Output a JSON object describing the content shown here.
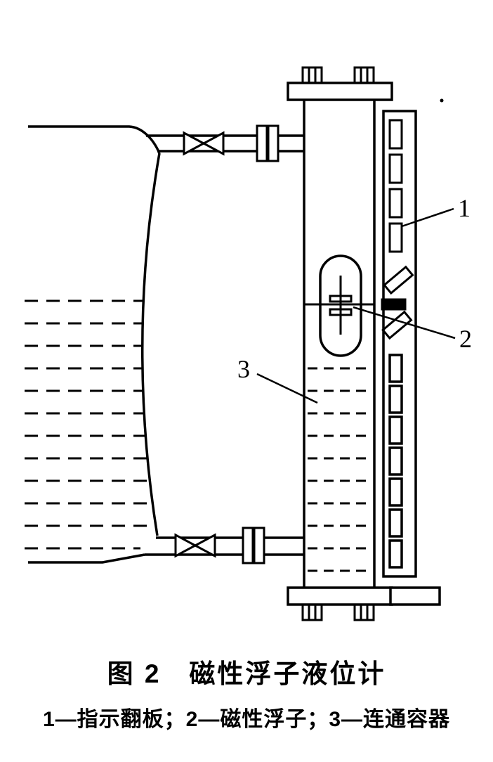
{
  "figure": {
    "caption": "图 2　磁性浮子液位计",
    "legend": "1—指示翻板；2—磁性浮子；3—连通容器",
    "legend_items": [
      {
        "number": "1",
        "label": "指示翻板"
      },
      {
        "number": "2",
        "label": "磁性浮子"
      },
      {
        "number": "3",
        "label": "连通容器"
      }
    ],
    "callouts": {
      "indicator_flap_panel": "1",
      "magnetic_float": "2",
      "connecting_vessel": "3"
    },
    "colors": {
      "line": "#000000",
      "background": "#ffffff"
    }
  }
}
